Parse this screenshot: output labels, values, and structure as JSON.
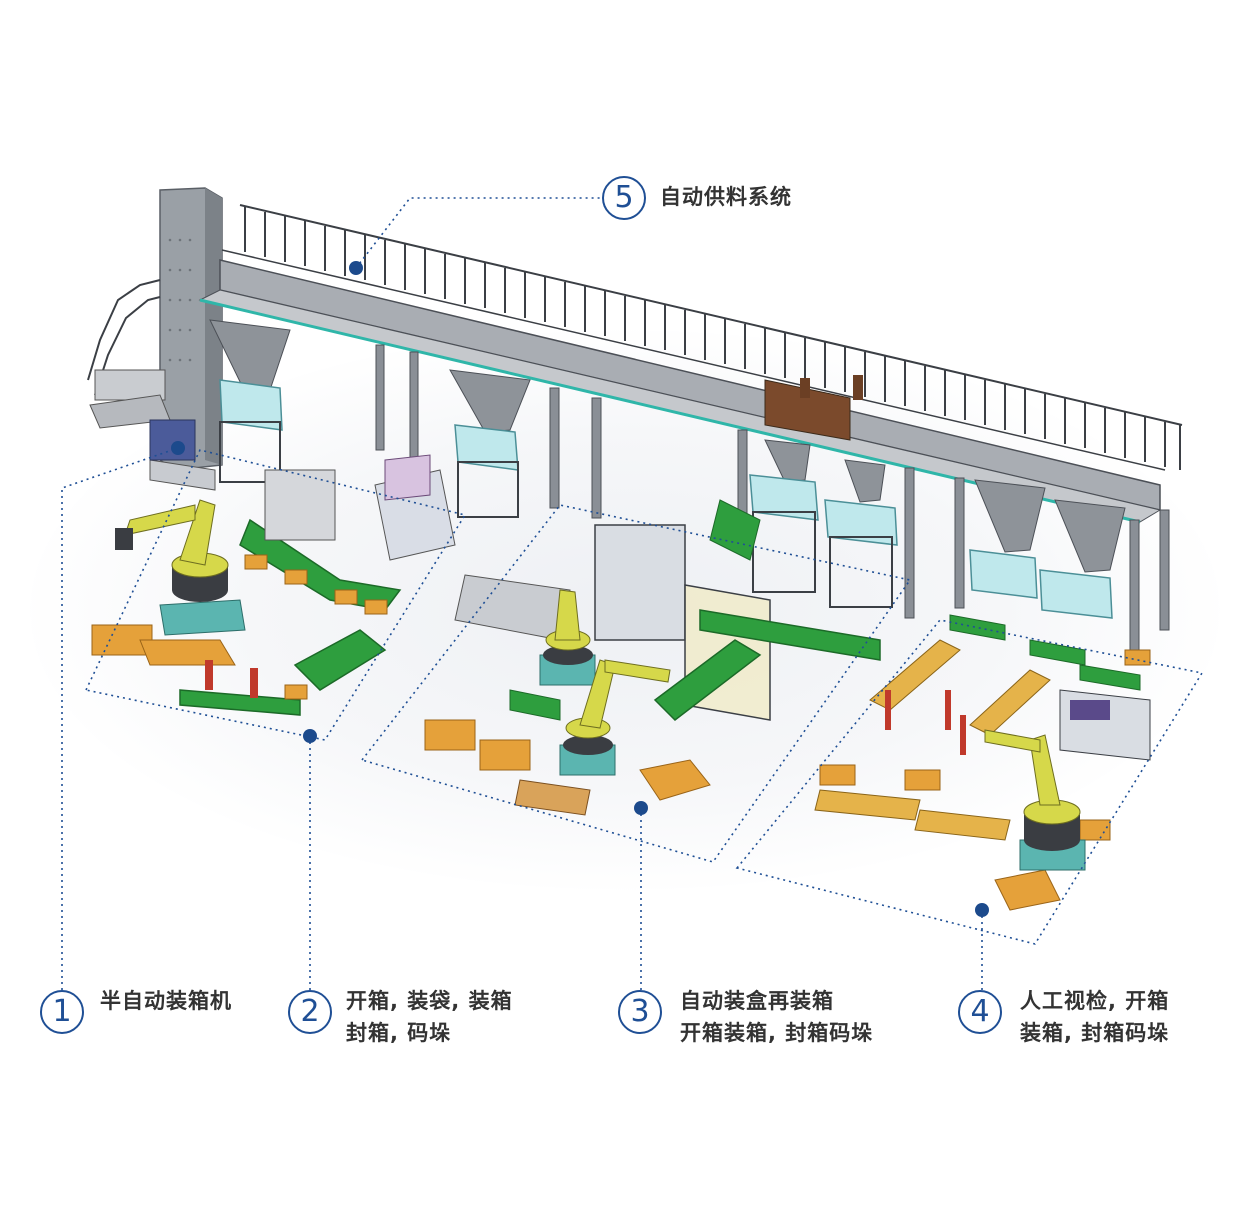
{
  "callouts": [
    {
      "number": "1",
      "line1": "半自动装箱机",
      "line2": ""
    },
    {
      "number": "2",
      "line1": "开箱, 装袋, 装箱",
      "line2": "封箱, 码垛"
    },
    {
      "number": "3",
      "line1": "自动装盒再装箱",
      "line2": "开箱装箱, 封箱码垛"
    },
    {
      "number": "4",
      "line1": "人工视检, 开箱",
      "line2": "装箱, 封箱码垛"
    },
    {
      "number": "5",
      "line1": "自动供料系统",
      "line2": ""
    }
  ],
  "colors": {
    "accent": "#1f4f95",
    "marker": "#1c4a8c",
    "conveyor": "#2e9e3e",
    "robot": "#d6d84a",
    "frame": "#8a8f96",
    "hopper": "#bfe8ec",
    "box": "#e5a13a"
  }
}
